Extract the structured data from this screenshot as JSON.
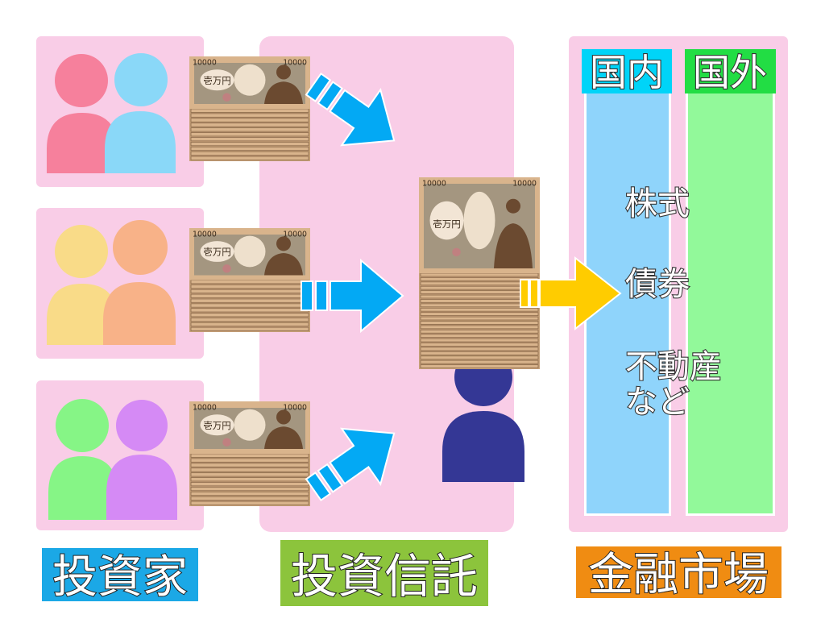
{
  "labels": {
    "investors": "投資家",
    "fund": "投資信託",
    "market": "金融市場",
    "domestic": "国内",
    "foreign": "国外"
  },
  "assets": [
    "株式",
    "債券",
    "不動産",
    "など"
  ],
  "bill": {
    "denomination": "10000",
    "kanji": "壱万円"
  },
  "colors": {
    "box_pink": "#f9cde7",
    "investors_label": "#1ba8e6",
    "fund_label": "#8cc43c",
    "market_label": "#f08c12",
    "domestic_header": "#00d4f8",
    "domestic_column": "#8fd4fb",
    "foreign_header": "#22dd44",
    "foreign_column": "#92f99a",
    "arrow_blue": "#03a9f4",
    "arrow_yellow": "#ffcc00",
    "manager": "#343795"
  }
}
